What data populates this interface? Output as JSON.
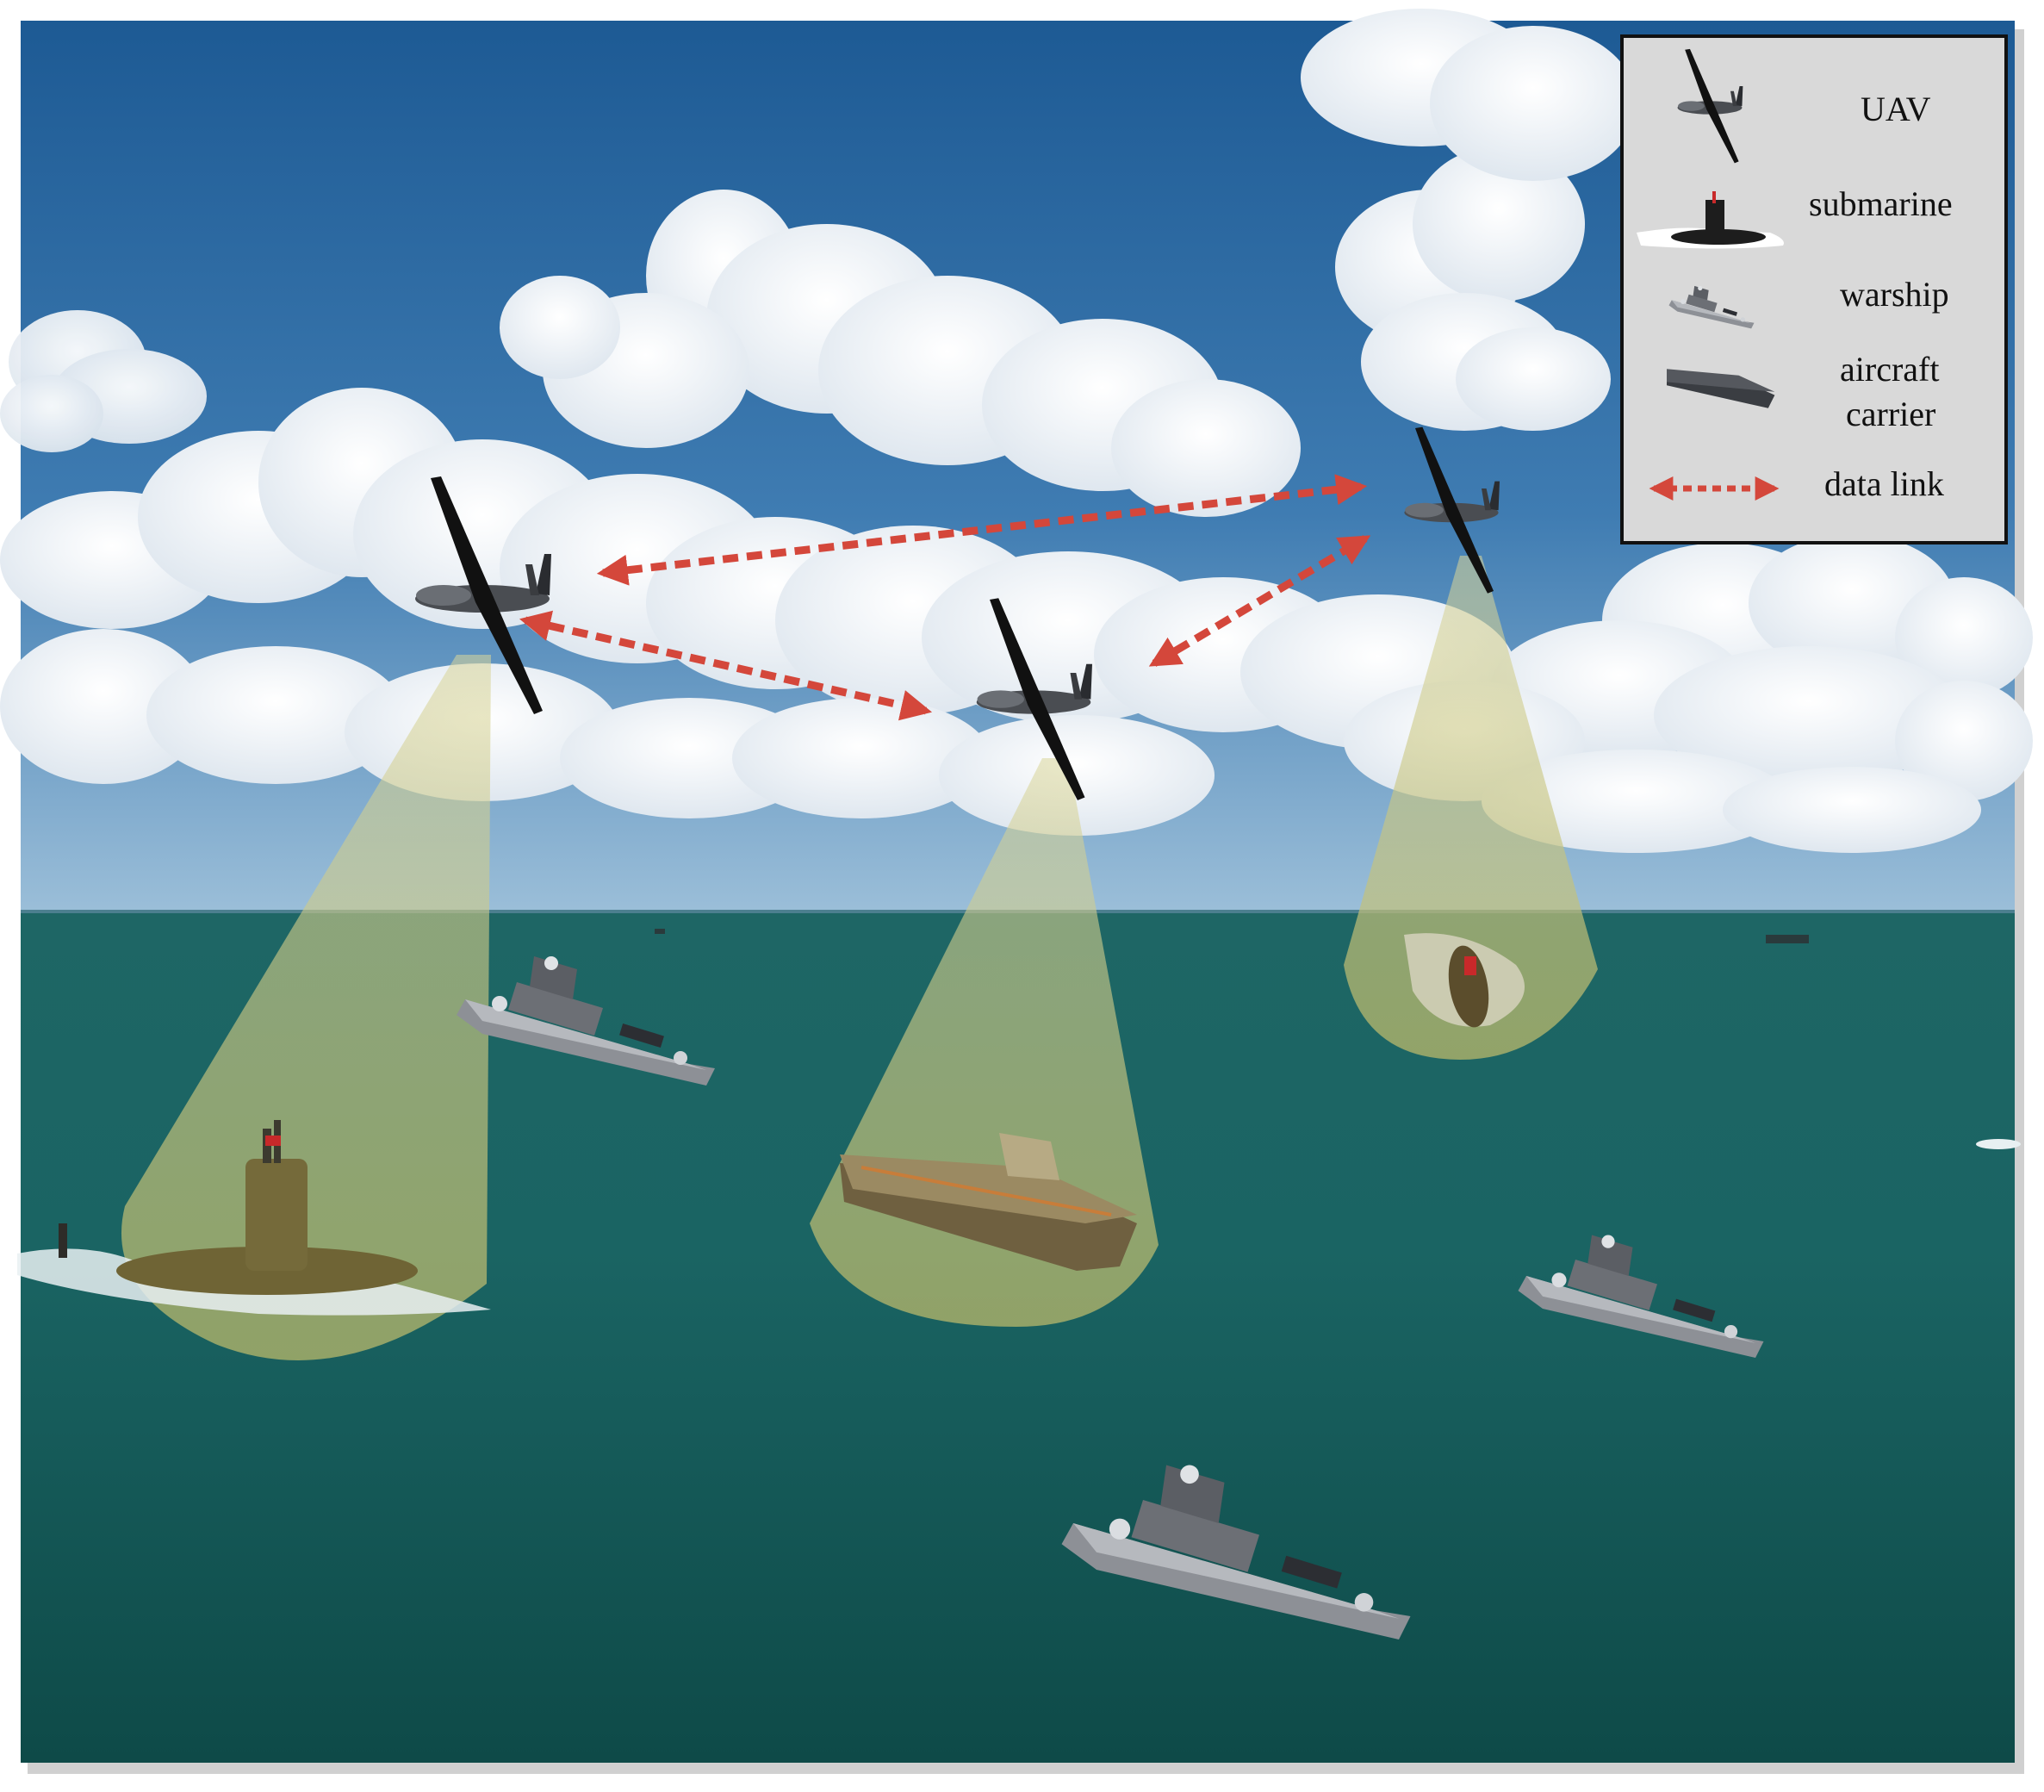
{
  "legend": {
    "uav_label": "UAV",
    "submarine_label": "submarine",
    "warship_label": "warship",
    "carrier_label_line1": "aircraft",
    "carrier_label_line2": "carrier",
    "data_link_label": "data link"
  },
  "colors": {
    "sky_top": "#1f5c95",
    "sky_bottom": "#8fb6d6",
    "sea_top": "#1f6b6a",
    "sea_bottom": "#0f4e4c",
    "data_link": "#d4473b",
    "coverage_cone": "#c9c98a",
    "legend_border": "#111111",
    "legend_fill": "#d9d9d9"
  }
}
